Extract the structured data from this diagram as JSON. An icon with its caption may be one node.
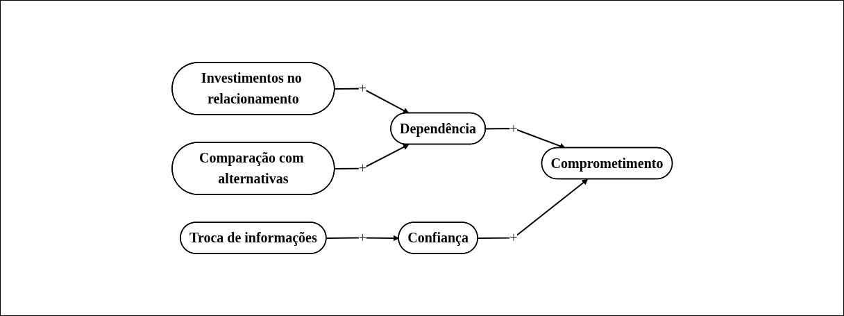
{
  "diagram": {
    "nodes": [
      {
        "text": [
          "Investimentos no relacionamento"
        ]
      },
      {
        "text": [
          "Dependência"
        ]
      },
      {
        "text": [
          "Comparação com alternativas"
        ]
      },
      {
        "text": [
          "Comprometimento"
        ]
      },
      {
        "text": [
          "Troca de informações"
        ]
      },
      {
        "text": [
          "Confiança"
        ]
      }
    ],
    "edges": [
      {
        "from": 0,
        "to": 1,
        "arrow": "to",
        "label": "+"
      },
      {
        "from": 2,
        "to": 1,
        "arrow": "to",
        "label": "+"
      },
      {
        "from": 1,
        "to": 3,
        "arrow": "to",
        "label": "+"
      },
      {
        "from": 4,
        "to": 5,
        "arrow": "to",
        "label": "+"
      },
      {
        "from": 5,
        "to": 3,
        "arrow": "to",
        "label": "+"
      }
    ]
  }
}
